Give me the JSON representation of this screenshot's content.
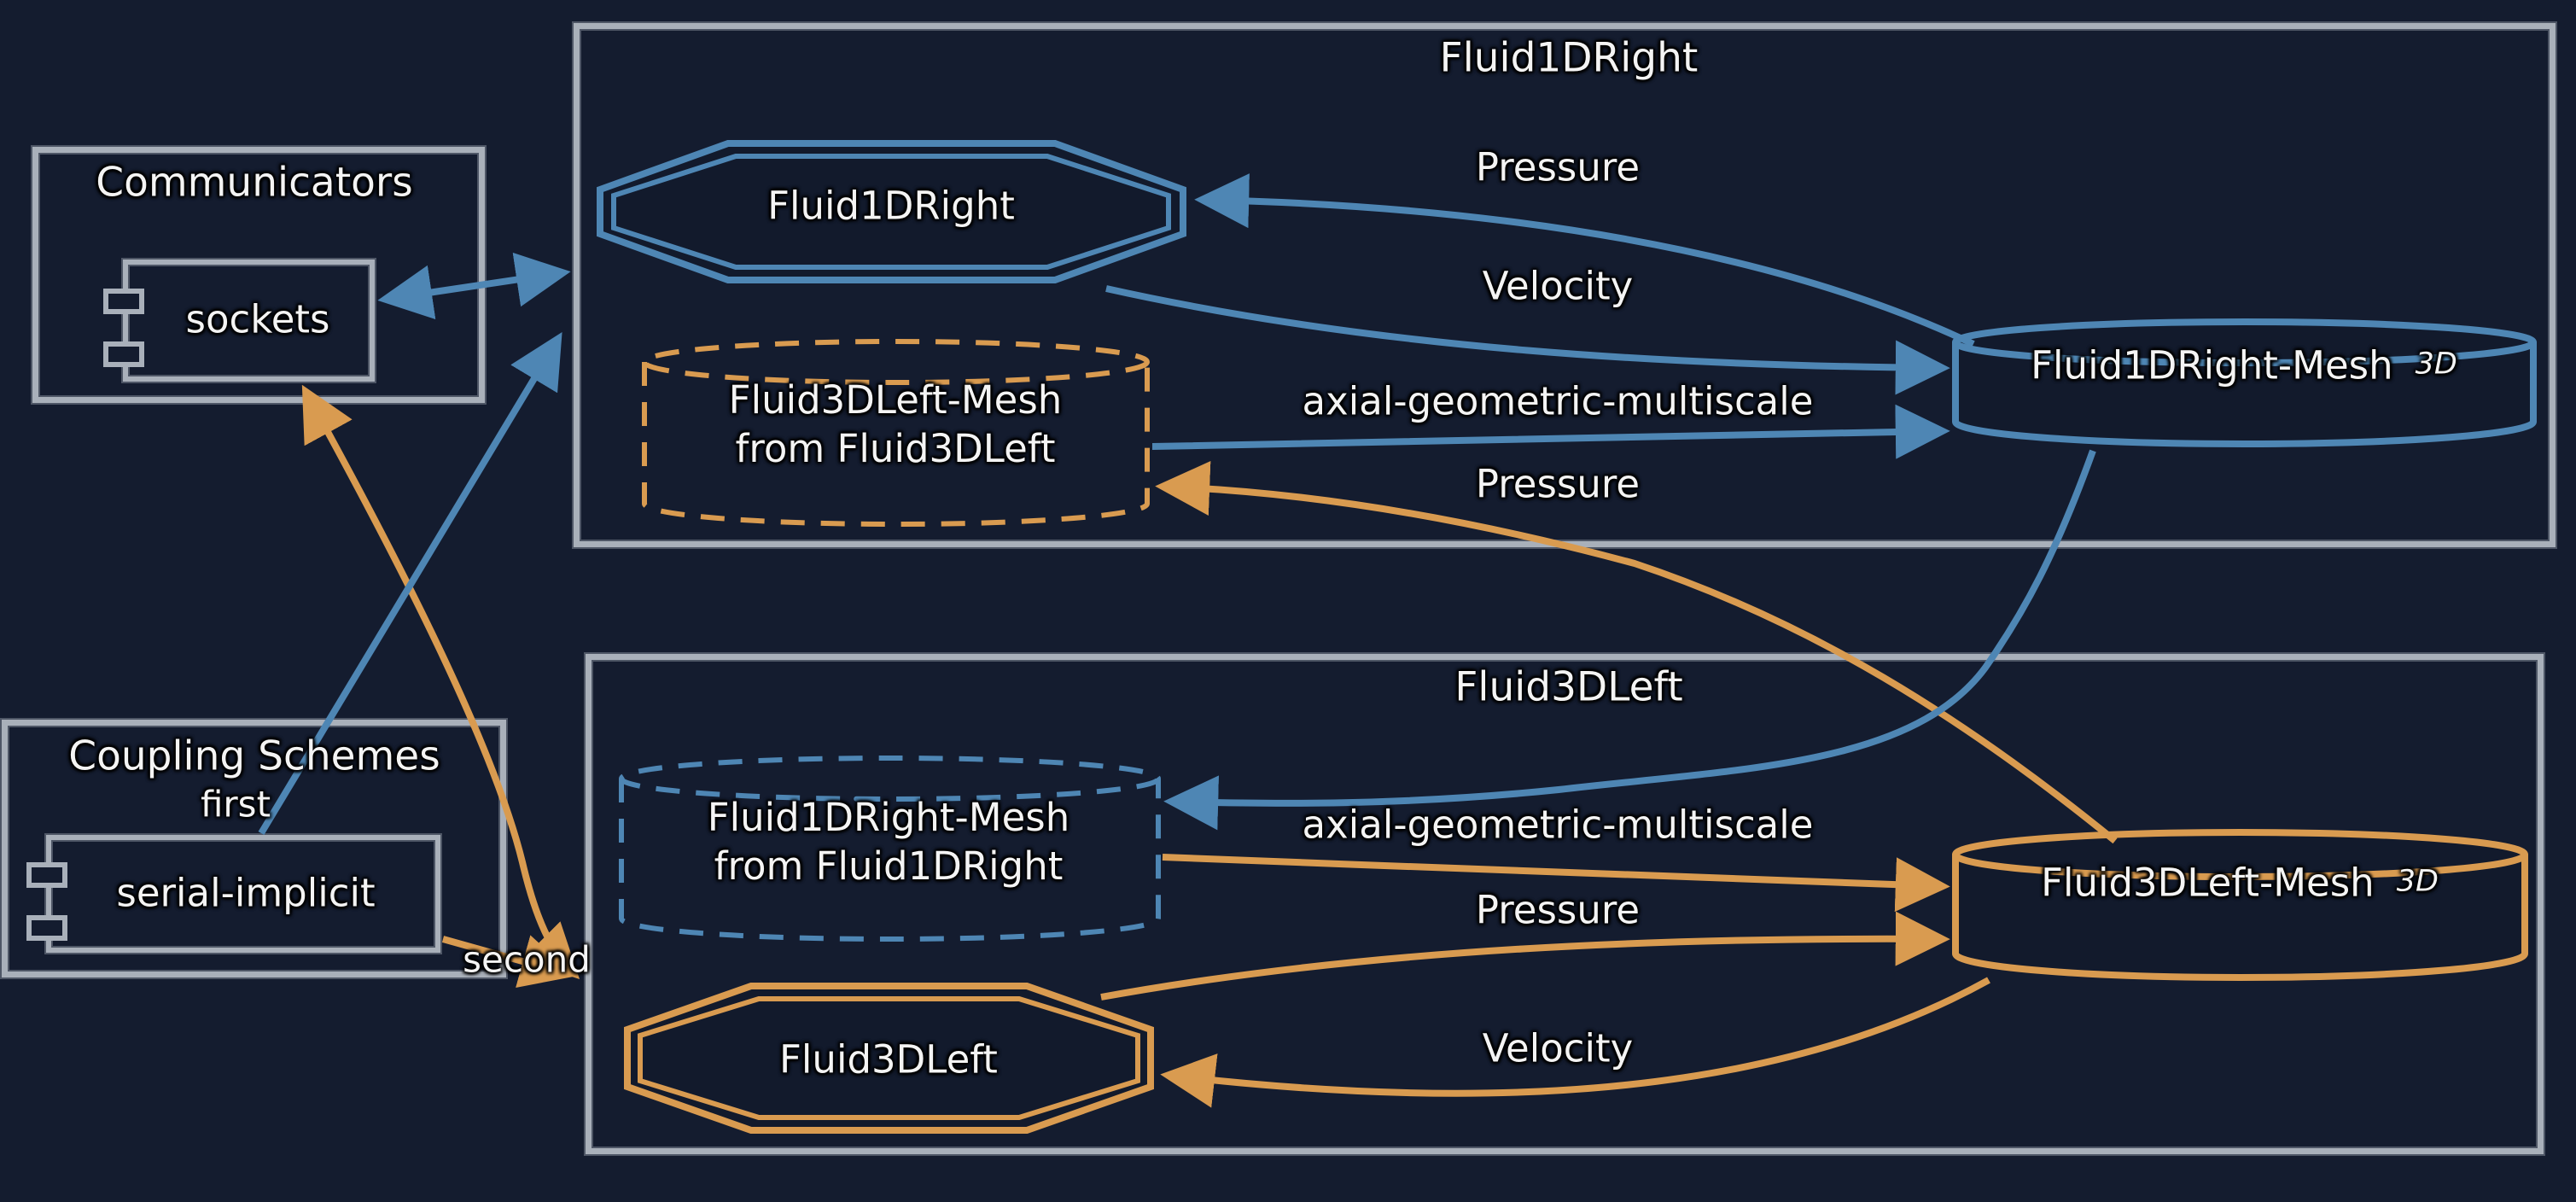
{
  "colors": {
    "background": "#141c2f",
    "box_border": "#a9b0ba",
    "blue_accent": "#4e86b4",
    "orange_accent": "#d99b50",
    "text": "#f4f4f4"
  },
  "communicators": {
    "title": "Communicators",
    "component_label": "sockets"
  },
  "coupling_schemes": {
    "title": "Coupling Schemes",
    "component_label": "serial-implicit",
    "first_edge_label": "first",
    "second_edge_label": "second"
  },
  "fluid1dright": {
    "box_title": "Fluid1DRight",
    "participant_label": "Fluid1DRight",
    "received_mesh_label_line1": "Fluid3DLeft-Mesh",
    "received_mesh_label_line2": "from Fluid3DLeft",
    "mesh_label": "Fluid1DRight-Mesh",
    "mesh_dimension": "3D",
    "edge_labels": {
      "pressure_read": "Pressure",
      "velocity_write": "Velocity",
      "mapping": "axial-geometric-multiscale",
      "pressure_exchange": "Pressure"
    }
  },
  "fluid3dleft": {
    "box_title": "Fluid3DLeft",
    "participant_label": "Fluid3DLeft",
    "received_mesh_label_line1": "Fluid1DRight-Mesh",
    "received_mesh_label_line2": "from Fluid1DRight",
    "mesh_label": "Fluid3DLeft-Mesh",
    "mesh_dimension": "3D",
    "edge_labels": {
      "mapping": "axial-geometric-multiscale",
      "pressure_write": "Pressure",
      "velocity_read": "Velocity"
    }
  },
  "edges": [
    {
      "from": "sockets",
      "to": "Fluid1DRight participant",
      "label": "",
      "color": "blue",
      "direction": "both"
    },
    {
      "from": "sockets",
      "to": "Fluid3DLeft participant",
      "label": "",
      "color": "orange",
      "direction": "both"
    },
    {
      "from": "serial-implicit",
      "to": "Fluid1DRight participant",
      "label": "first",
      "color": "blue",
      "direction": "forward"
    },
    {
      "from": "serial-implicit",
      "to": "Fluid3DLeft participant",
      "label": "second",
      "color": "orange",
      "direction": "forward"
    },
    {
      "from": "Fluid1DRight-Mesh",
      "to": "Fluid1DRight",
      "label": "Pressure",
      "color": "blue",
      "direction": "forward"
    },
    {
      "from": "Fluid1DRight",
      "to": "Fluid1DRight-Mesh",
      "label": "Velocity",
      "color": "blue",
      "direction": "forward"
    },
    {
      "from": "Fluid3DLeft-Mesh from Fluid3DLeft",
      "to": "Fluid1DRight-Mesh",
      "label": "axial-geometric-multiscale",
      "color": "blue",
      "direction": "forward"
    },
    {
      "from": "Fluid3DLeft-Mesh",
      "to": "Fluid3DLeft-Mesh from Fluid3DLeft",
      "label": "Pressure",
      "color": "orange",
      "direction": "forward"
    },
    {
      "from": "Fluid1DRight-Mesh",
      "to": "Fluid1DRight-Mesh from Fluid1DRight",
      "label": "",
      "color": "blue",
      "direction": "forward"
    },
    {
      "from": "Fluid1DRight-Mesh from Fluid1DRight",
      "to": "Fluid3DLeft-Mesh",
      "label": "axial-geometric-multiscale",
      "color": "orange",
      "direction": "forward"
    },
    {
      "from": "Fluid3DLeft",
      "to": "Fluid3DLeft-Mesh",
      "label": "Pressure",
      "color": "orange",
      "direction": "forward"
    },
    {
      "from": "Fluid3DLeft-Mesh",
      "to": "Fluid3DLeft",
      "label": "Velocity",
      "color": "orange",
      "direction": "forward"
    }
  ]
}
